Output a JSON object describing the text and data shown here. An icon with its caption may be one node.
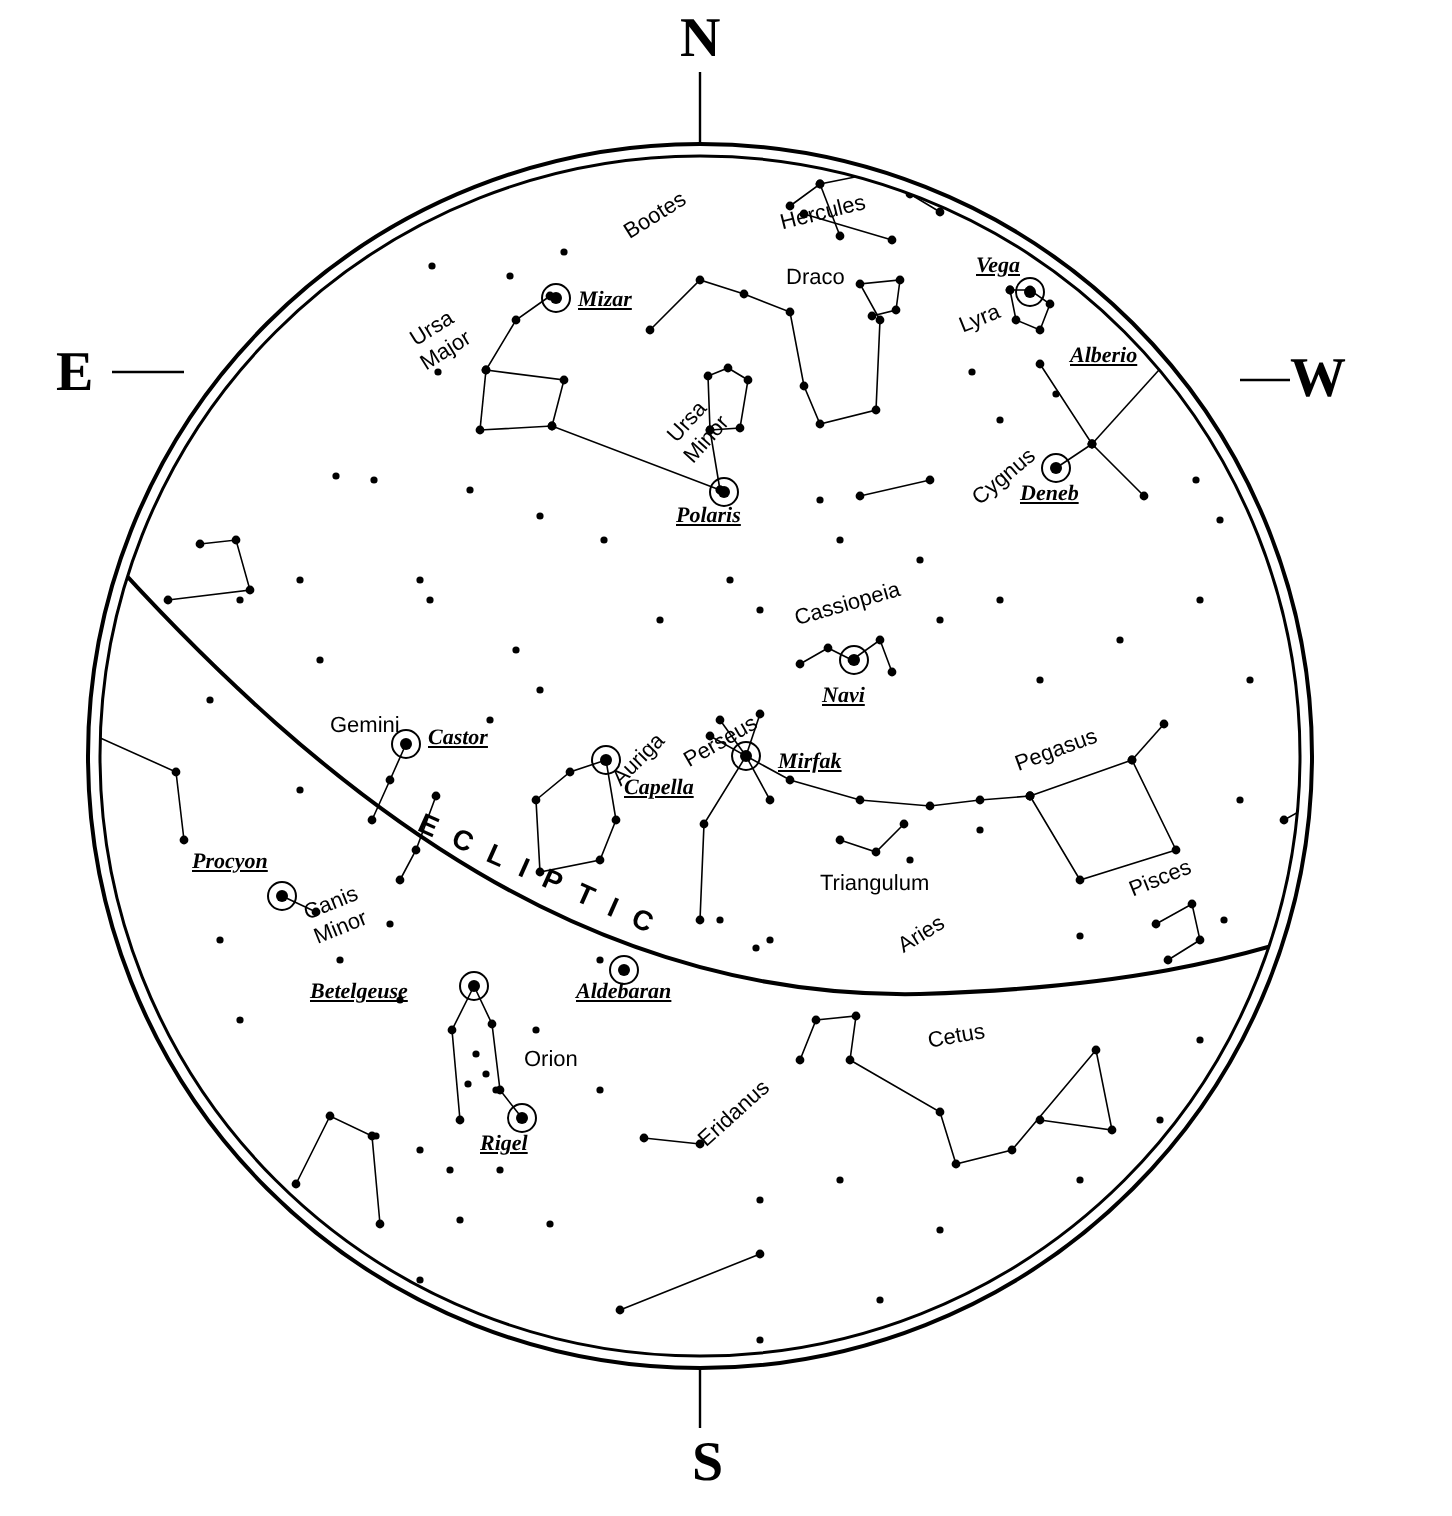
{
  "diagram": {
    "labels": [
      "N",
      "E",
      "W",
      "S",
      "Bootes",
      "Hercules",
      "Draco",
      "Vega",
      "Lyra",
      "Alberio",
      "Ursa Major",
      "Mizar",
      "Ursa Minor",
      "Polaris",
      "Cygnus",
      "Deneb",
      "Cassiopeia",
      "Navi",
      "Gemini",
      "Castor",
      "Auriga",
      "Perseus",
      "Mirfak",
      "Capella",
      "Pegasus",
      "Procyon",
      "Canis Minor",
      "Triangulum",
      "Aries",
      "Pisces",
      "Betelgeuse",
      "Aldebaran",
      "Orion",
      "Rigel",
      "Eridanus",
      "Cetus",
      "ECLIPTIC"
    ]
  }
}
